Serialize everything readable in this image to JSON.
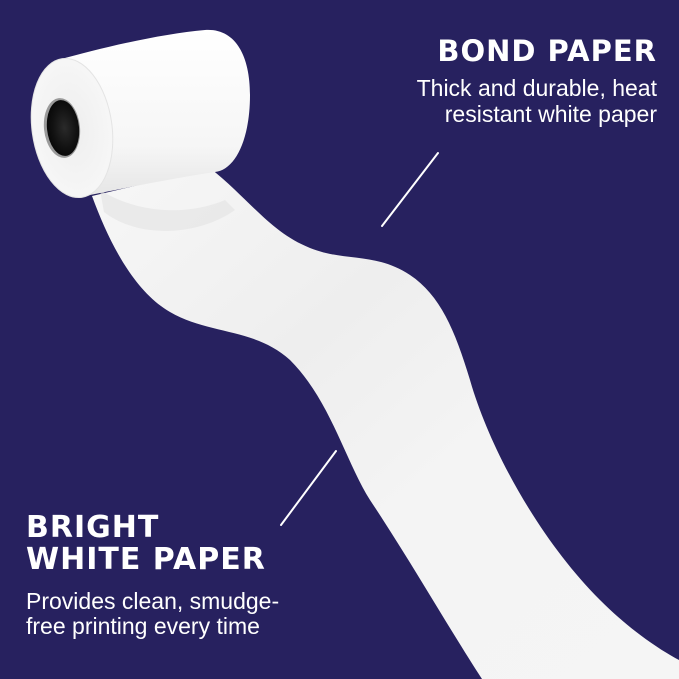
{
  "image": {
    "background_color": "#27215f",
    "subject": "thermal paper roll with unrolled ribbon",
    "paper_color": "#f4f4f4",
    "core_color": "#111111"
  },
  "callouts": {
    "top": {
      "title": "BOND PAPER",
      "description_line1": "Thick and durable, heat",
      "description_line2": "resistant white paper"
    },
    "bottom": {
      "title_line1": "BRIGHT",
      "title_line2": "WHITE PAPER",
      "description_line1": "Provides clean, smudge-",
      "description_line2": "free printing every time"
    }
  },
  "text_color": "#ffffff"
}
